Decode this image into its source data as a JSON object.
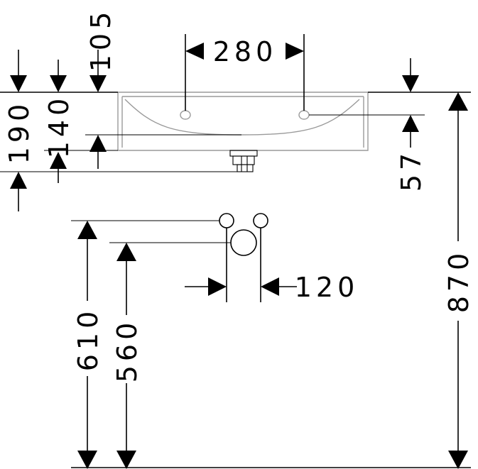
{
  "dimensions": {
    "d105": "105",
    "d190": "190",
    "d140": "140",
    "d280": "280",
    "d57": "57",
    "d870": "870",
    "d120": "120",
    "d610": "610",
    "d560": "560"
  }
}
